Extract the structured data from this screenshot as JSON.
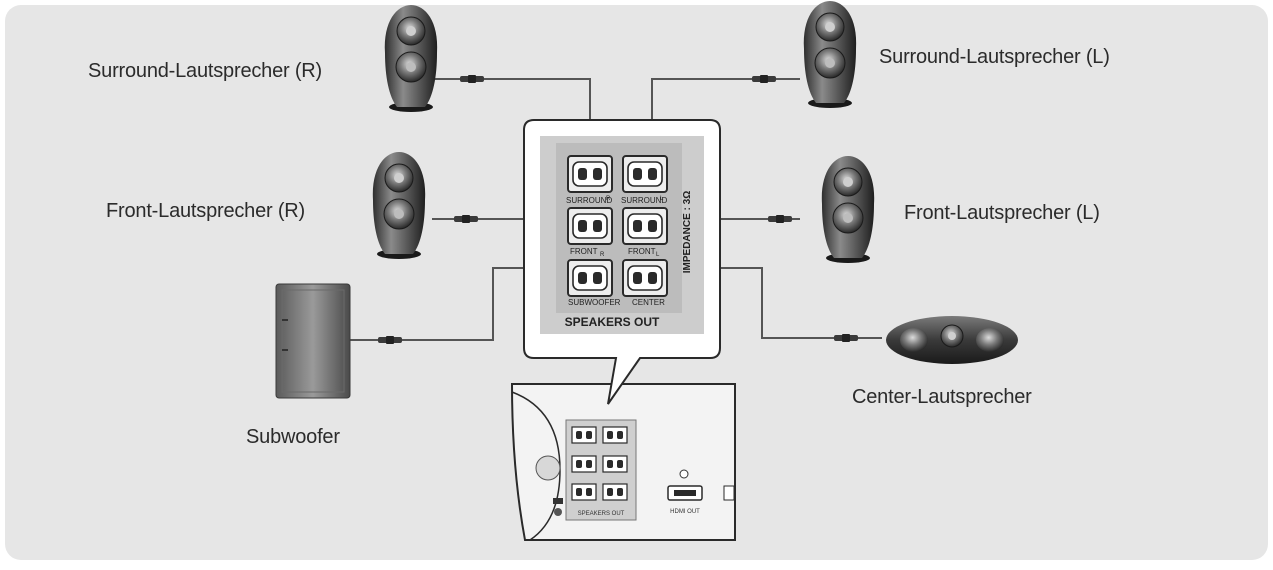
{
  "labels": {
    "surround_right": "Surround-Lautsprecher (R)",
    "surround_left": "Surround-Lautsprecher (L)",
    "front_right": "Front-Lautsprecher (R)",
    "front_left": "Front-Lautsprecher (L)",
    "subwoofer": "Subwoofer",
    "center": "Center-Lautsprecher"
  },
  "panel": {
    "title": "SPEAKERS OUT",
    "impedance": "IMPEDANCE : 3Ω",
    "terminals": {
      "surround_r": "SURROUND",
      "surround_l": "SURROUND",
      "front_r": "FRONT",
      "front_l": "FRONT",
      "subwoofer": "SUBWOOFER",
      "center": "CENTER",
      "side_r": "R",
      "side_l": "L"
    }
  },
  "rear_unit": {
    "port_label": "HDMI OUT",
    "speakers_out": "SPEAKERS OUT"
  },
  "colors": {
    "background": "#e6e6e6",
    "panel_frame": "#ffffff",
    "panel_inner": "#c8c8c8",
    "cable": "#555555",
    "text": "#2b2b2b"
  }
}
